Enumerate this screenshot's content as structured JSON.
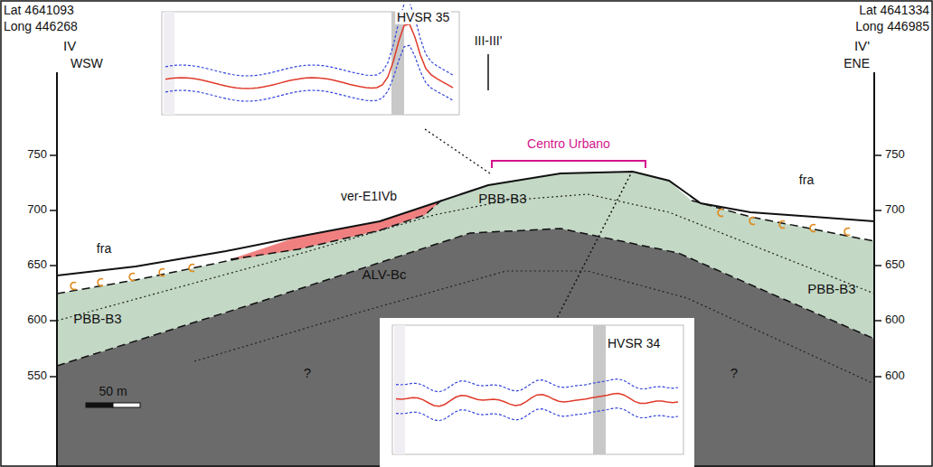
{
  "diagram": {
    "nodes": [
      {
        "text": [
          "HVSR 35"
        ]
      },
      {
        "text": [
          "HVSR 34"
        ]
      }
    ],
    "labels": [
      "Lat 4641093",
      "Long 446268",
      "IV",
      "WSW",
      "Lat 4641334",
      "Long 446985",
      "IV'",
      "ENE",
      "III-III'",
      "Centro Urbano",
      "ver-E1IVb",
      "PBB-B3",
      "PBB-B3",
      "PBB-B3",
      "fra",
      "fra",
      "ALV-Bc",
      "?",
      "?",
      "50 m",
      "750",
      "700",
      "650",
      "600",
      "550",
      "750",
      "700",
      "650",
      "600",
      "600"
    ]
  }
}
